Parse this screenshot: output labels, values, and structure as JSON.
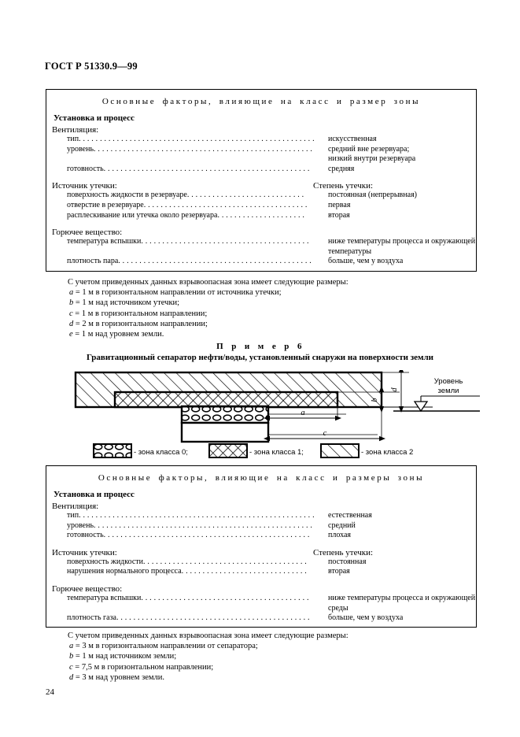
{
  "document": {
    "standard_code": "ГОСТ Р 51330.9—99",
    "page_number": "24"
  },
  "table1": {
    "title": "Основные факторы, влияющие на класс и размер зоны",
    "section_heading": "Установка и процесс",
    "groups": [
      {
        "label": "Вентиляция:",
        "right_heading": "",
        "rows": [
          {
            "label": "тип",
            "value": "искусственная",
            "value2": ""
          },
          {
            "label": "уровень",
            "value": "средний вне резервуара;",
            "value2": "низкий внутри резервуара"
          },
          {
            "label": "готовность",
            "value": "средняя",
            "value2": ""
          }
        ]
      },
      {
        "label": "Источник утечки:",
        "right_heading": "Степень утечки:",
        "rows": [
          {
            "label": "поверхность жидкости в резервуаре",
            "value": "постоянная  (непрерывная)",
            "value2": ""
          },
          {
            "label": "отверстие в резервуаре",
            "value": "первая",
            "value2": ""
          },
          {
            "label": "расплескивание или утечка около резервуара",
            "value": "вторая",
            "value2": ""
          }
        ]
      },
      {
        "label": "Горючее вещество:",
        "right_heading": "",
        "rows": [
          {
            "label": "температура вспышки",
            "value": "ниже температуры процесса  и окружающей",
            "value2": "температуры"
          },
          {
            "label": "плотность пара",
            "value": "больше, чем у воздуха",
            "value2": ""
          }
        ]
      }
    ]
  },
  "dimensions1": {
    "lead": "С учетом приведенных данных взрывоопасная зона имеет следующие размеры:",
    "items": [
      {
        "symbol": "a",
        "text": " = 1 м в горизонтальном направлении от источника утечки;"
      },
      {
        "symbol": "b",
        "text": " = 1 м над источником утечки;"
      },
      {
        "symbol": "c",
        "text": " = 1 м в горизонтальном направлении;"
      },
      {
        "symbol": "d",
        "text": " = 2 м в горизонтальном направлении;"
      },
      {
        "symbol": "e",
        "text": " = 1 м над уровнем земли."
      }
    ]
  },
  "example": {
    "number_label": "П р и м е р  6",
    "caption": "Гравитационный сепаратор нефти/воды, установленный снаружи на поверхности земли"
  },
  "diagram": {
    "ground_level_line1": "Уровень",
    "ground_level_line2": "земли",
    "dim_a": "a",
    "dim_b": "b",
    "dim_c": "c",
    "dim_d": "d"
  },
  "legend": {
    "items": [
      {
        "pattern": "ellipses",
        "text": "- зона класса 0;"
      },
      {
        "pattern": "crosshatch",
        "text": "- зона класса 1;"
      },
      {
        "pattern": "diagonal",
        "text": "- зона класса 2"
      }
    ]
  },
  "table2": {
    "title": "Основные факторы, влияющие на класс и размеры зоны",
    "section_heading": "Установка и процесс",
    "groups": [
      {
        "label": "Вентиляция:",
        "right_heading": "",
        "rows": [
          {
            "label": "тип",
            "value": "естественная",
            "value2": ""
          },
          {
            "label": "уровень",
            "value": "средний",
            "value2": ""
          },
          {
            "label": "готовность",
            "value": "плохая",
            "value2": ""
          }
        ]
      },
      {
        "label": "Источник утечки:",
        "right_heading": "Степень утечки:",
        "rows": [
          {
            "label": "поверхность жидкости",
            "value": "постоянная",
            "value2": ""
          },
          {
            "label": "нарушения нормального процесса",
            "value": "вторая",
            "value2": ""
          }
        ]
      },
      {
        "label": "Горючее вещество:",
        "right_heading": "",
        "rows": [
          {
            "label": "температура вспышки",
            "value": "ниже температуры процесса  и окружающей",
            "value2": "среды"
          },
          {
            "label": "плотность газа",
            "value": "больше, чем у воздуха",
            "value2": ""
          }
        ]
      }
    ]
  },
  "dimensions2": {
    "lead": "С учетом приведенных данных взрывоопасная зона имеет следующие размеры:",
    "items": [
      {
        "symbol": "a",
        "text": " = 3 м в горизонтальном направлении от сепаратора;"
      },
      {
        "symbol": "b",
        "text": " = 1 м над источником земли;"
      },
      {
        "symbol": "c",
        "text": " = 7,5 м в горизонтальном направлении;"
      },
      {
        "symbol": "d",
        "text": " = 3 м над уровнем земли."
      }
    ]
  }
}
